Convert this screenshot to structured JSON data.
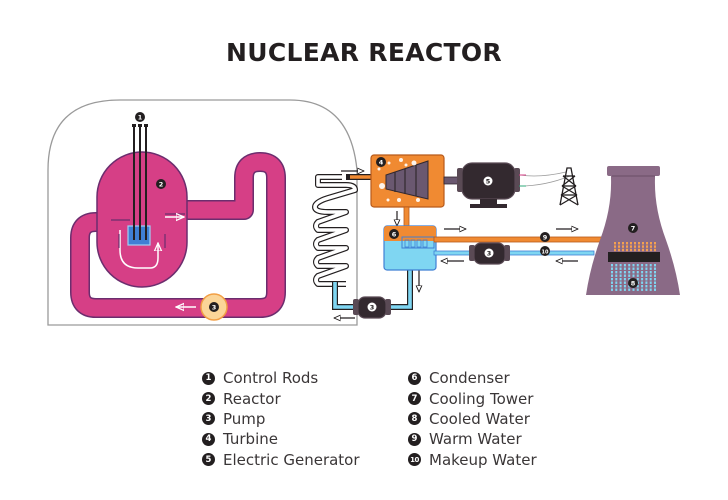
{
  "title": "NUCLEAR REACTOR",
  "colors": {
    "reactor": "#d63f86",
    "reactor_outline": "#6b2d6e",
    "core": "#3f7fd4",
    "steam": "#f08a32",
    "water": "#7fd6f2",
    "machine": "#33292f",
    "tower": "#8a6a86",
    "pump_primary": "#fbd598",
    "text": "#231f20"
  },
  "diagram": {
    "markers": [
      {
        "id": "1",
        "component": "Control Rods"
      },
      {
        "id": "2",
        "component": "Reactor"
      },
      {
        "id": "3",
        "component": "Pump"
      },
      {
        "id": "4",
        "component": "Turbine"
      },
      {
        "id": "5",
        "component": "Electric Generator"
      },
      {
        "id": "6",
        "component": "Condenser"
      },
      {
        "id": "7",
        "component": "Cooling Tower"
      },
      {
        "id": "8",
        "component": "Cooled Water"
      },
      {
        "id": "9",
        "component": "Warm Water"
      },
      {
        "id": "10",
        "component": "Makeup Water"
      }
    ]
  },
  "legend": {
    "left": [
      {
        "num": "1",
        "label": "Control Rods"
      },
      {
        "num": "2",
        "label": "Reactor"
      },
      {
        "num": "3",
        "label": "Pump"
      },
      {
        "num": "4",
        "label": "Turbine"
      },
      {
        "num": "5",
        "label": "Electric Generator"
      }
    ],
    "right": [
      {
        "num": "6",
        "label": "Condenser"
      },
      {
        "num": "7",
        "label": "Cooling Tower"
      },
      {
        "num": "8",
        "label": "Cooled Water"
      },
      {
        "num": "9",
        "label": "Warm Water"
      },
      {
        "num": "10",
        "label": "Makeup Water"
      }
    ]
  }
}
